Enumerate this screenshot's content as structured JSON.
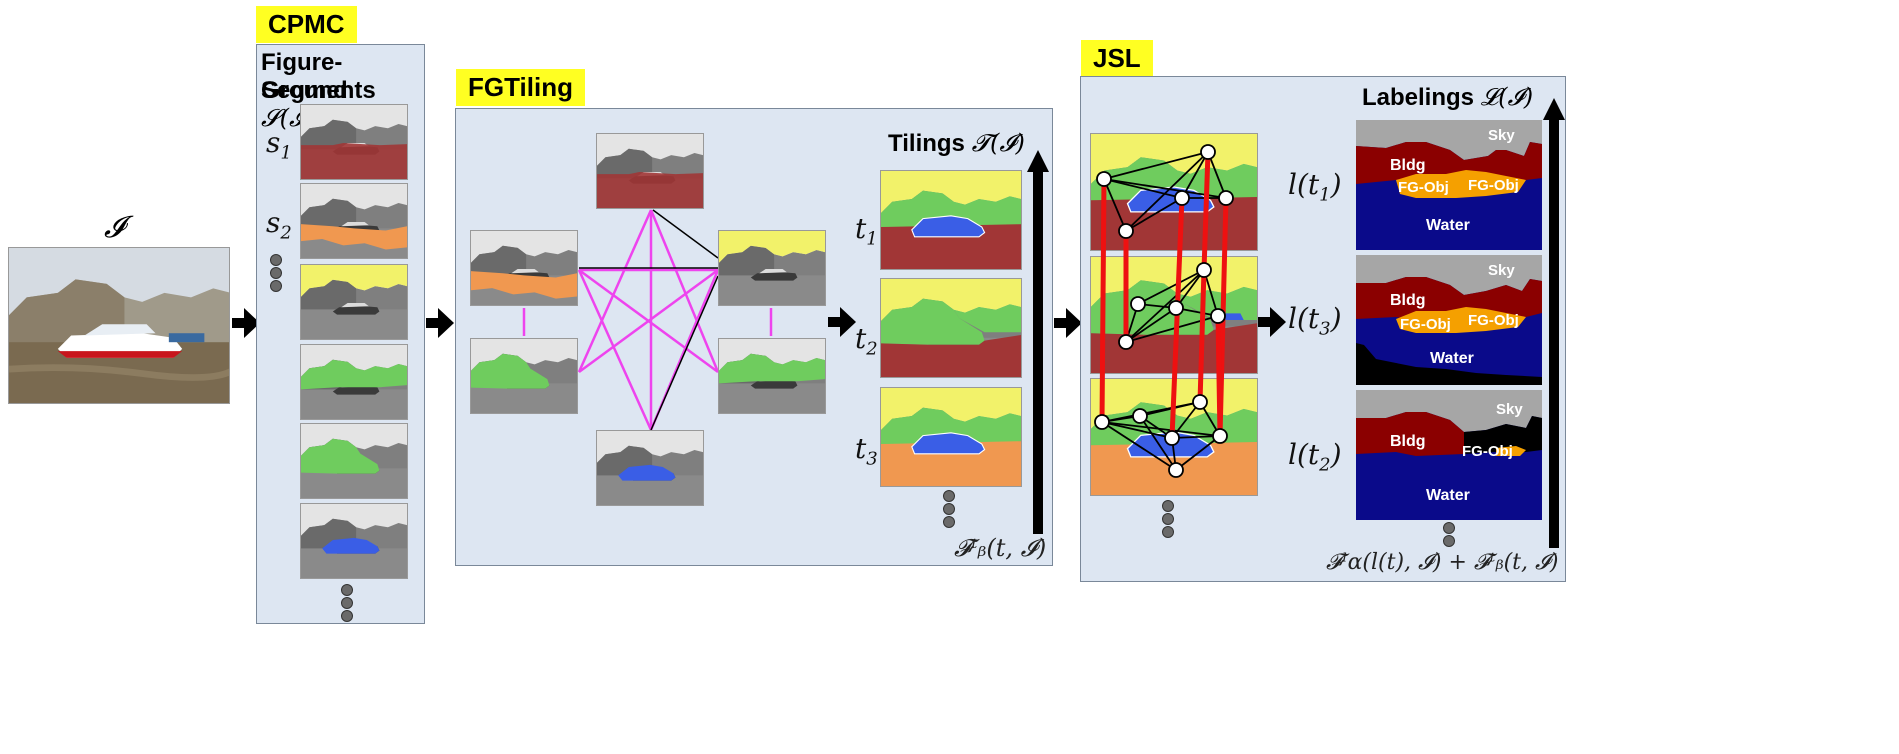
{
  "input": {
    "label": "𝓘"
  },
  "cpmc": {
    "tag": "CPMC",
    "title_line1": "Figure-Ground",
    "title_line2": "Segments",
    "title_math": "𝓢(𝓘)",
    "seg_labels": [
      "s",
      "s"
    ],
    "seg_subs": [
      "1",
      "2"
    ]
  },
  "fgtiling": {
    "tag": "FGTiling",
    "tilings_title": "Tilings",
    "tilings_math": "𝓣(𝓘)",
    "tiling_labels": [
      "t",
      "t",
      "t"
    ],
    "tiling_subs": [
      "1",
      "2",
      "3"
    ],
    "score": "𝓕ᵗᵦ(t, 𝓘)"
  },
  "jsl": {
    "tag": "JSL",
    "labelings_title": "Labelings",
    "labelings_math": "𝓛(𝓘)",
    "labeling_labels": [
      "l(t",
      "l(t",
      "l(t"
    ],
    "labeling_subs": [
      "1",
      "3",
      "2"
    ],
    "score": "𝓕ˡα(l(t), 𝓘) + 𝓕ᵗᵦ(t, 𝓘)",
    "label_maps": [
      {
        "sky": "Sky",
        "bldg": "Bldg",
        "obj_a": "FG-Obj",
        "obj_b": "FG-Obj",
        "water": "Water"
      },
      {
        "sky": "Sky",
        "bldg": "Bldg",
        "obj_a": "FG-Obj",
        "obj_b": "FG-Obj",
        "water": "Water"
      },
      {
        "sky": "Sky",
        "bldg": "Bldg",
        "obj_b": "FG-Obj",
        "water": "Water"
      }
    ]
  },
  "colors": {
    "highlight": "#ffff22",
    "panel": "#dde6f2",
    "edge_magenta": "#ee44ee",
    "edge_red": "#ee1111",
    "sky": "#a6a6a6",
    "bldg": "#8b0000",
    "fg_obj": "#f5a000",
    "water": "#0a0a8a"
  }
}
